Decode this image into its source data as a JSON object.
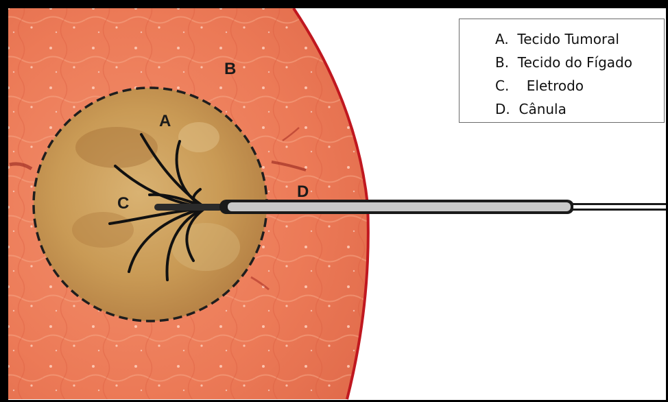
{
  "callouts": {
    "a": "A",
    "b": "B",
    "c": "C",
    "d": "D"
  },
  "legend": {
    "items": [
      "A.  Tecido Tumoral",
      "B.  Tecido do Fígado",
      "C.    Eletrodo",
      "D.  Cânula"
    ]
  },
  "colors": {
    "liver_tissue": "#ee7f5c",
    "liver_border": "#c0171f",
    "tumor_tissue": "#c99a55",
    "electrode": "#111111",
    "cannula": "#c8c8c8",
    "frame": "#000000"
  }
}
